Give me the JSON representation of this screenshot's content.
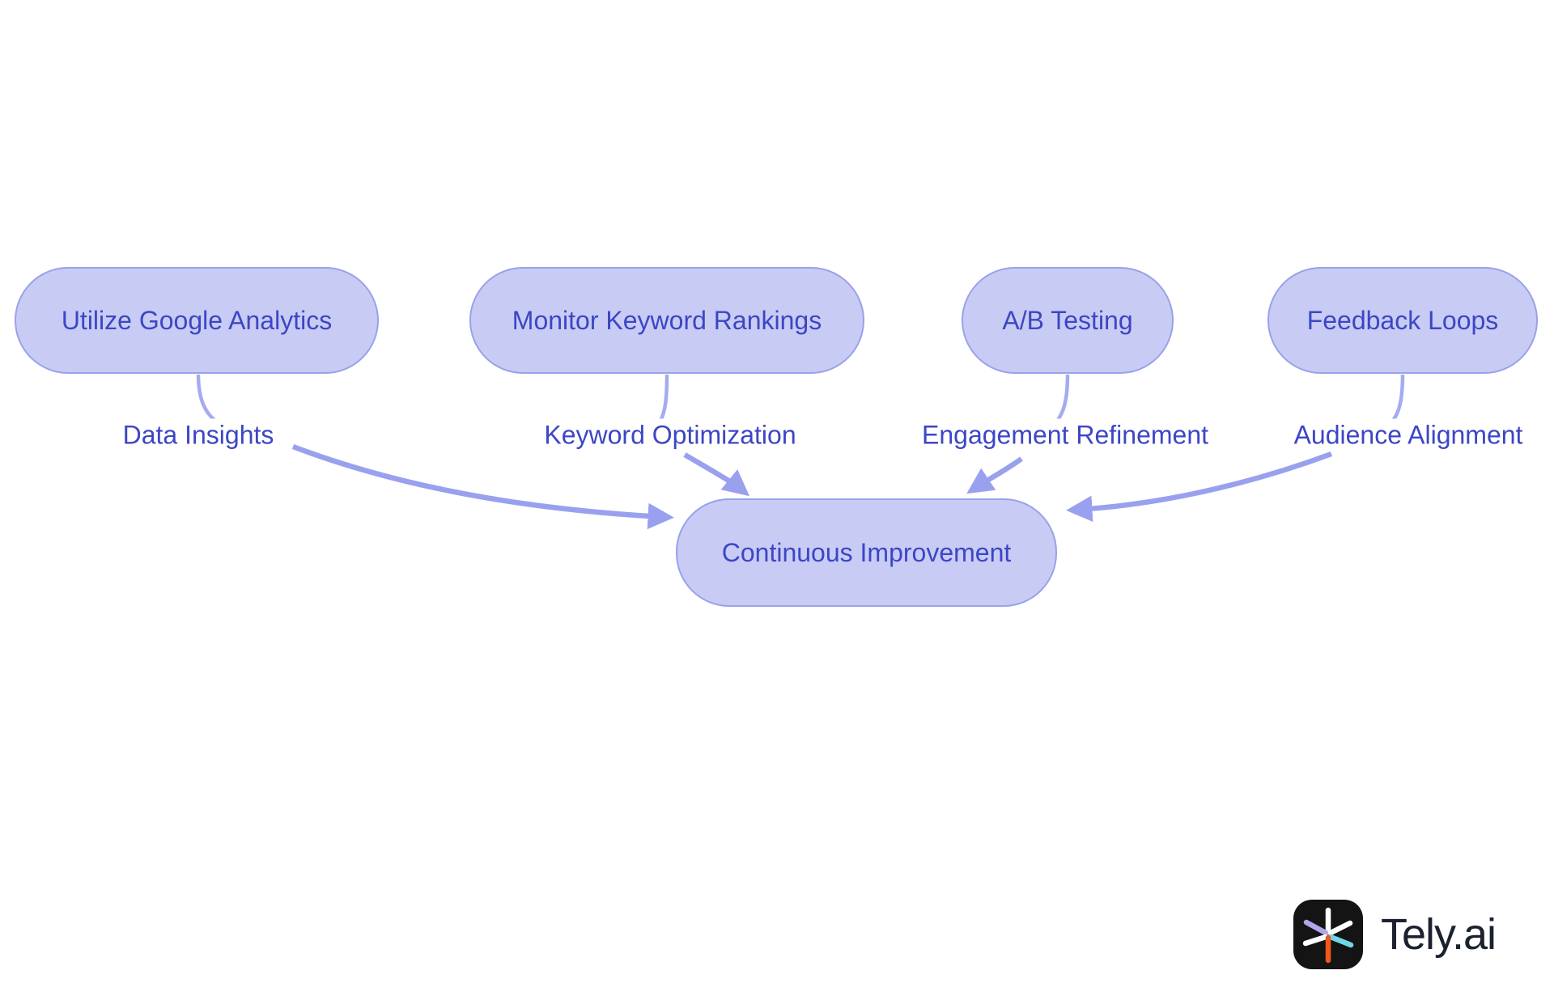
{
  "diagram": {
    "nodes": [
      {
        "id": "n1",
        "label": "Utilize Google Analytics"
      },
      {
        "id": "n2",
        "label": "Monitor Keyword Rankings"
      },
      {
        "id": "n3",
        "label": "A/B Testing"
      },
      {
        "id": "n4",
        "label": "Feedback Loops"
      },
      {
        "id": "center",
        "label": "Continuous Improvement"
      }
    ],
    "edges": [
      {
        "from": "Utilize Google Analytics",
        "to": "Continuous Improvement",
        "label": "Data Insights"
      },
      {
        "from": "Monitor Keyword Rankings",
        "to": "Continuous Improvement",
        "label": "Keyword Optimization"
      },
      {
        "from": "A/B Testing",
        "to": "Continuous Improvement",
        "label": "Engagement Refinement"
      },
      {
        "from": "Feedback Loops",
        "to": "Continuous Improvement",
        "label": "Audience Alignment"
      }
    ],
    "colors": {
      "node_fill": "#c8ccf4",
      "node_border": "#9aa1e9",
      "node_text": "#3c46c5",
      "edge_line": "#99a1ee",
      "background": "#ffffff"
    }
  },
  "branding": {
    "logo_text": "Tely.ai",
    "logo_icon": "tely-asterisk-icon",
    "logo_icon_colors": {
      "tile": "#141414",
      "spoke_up": "#ffffff",
      "spoke_down": "#f2571b",
      "spoke_upper_left": "#b3a5ea",
      "spoke_lower_left": "#ffffff",
      "spoke_upper_right": "#ffffff",
      "spoke_lower_right": "#6fd8e6"
    }
  }
}
